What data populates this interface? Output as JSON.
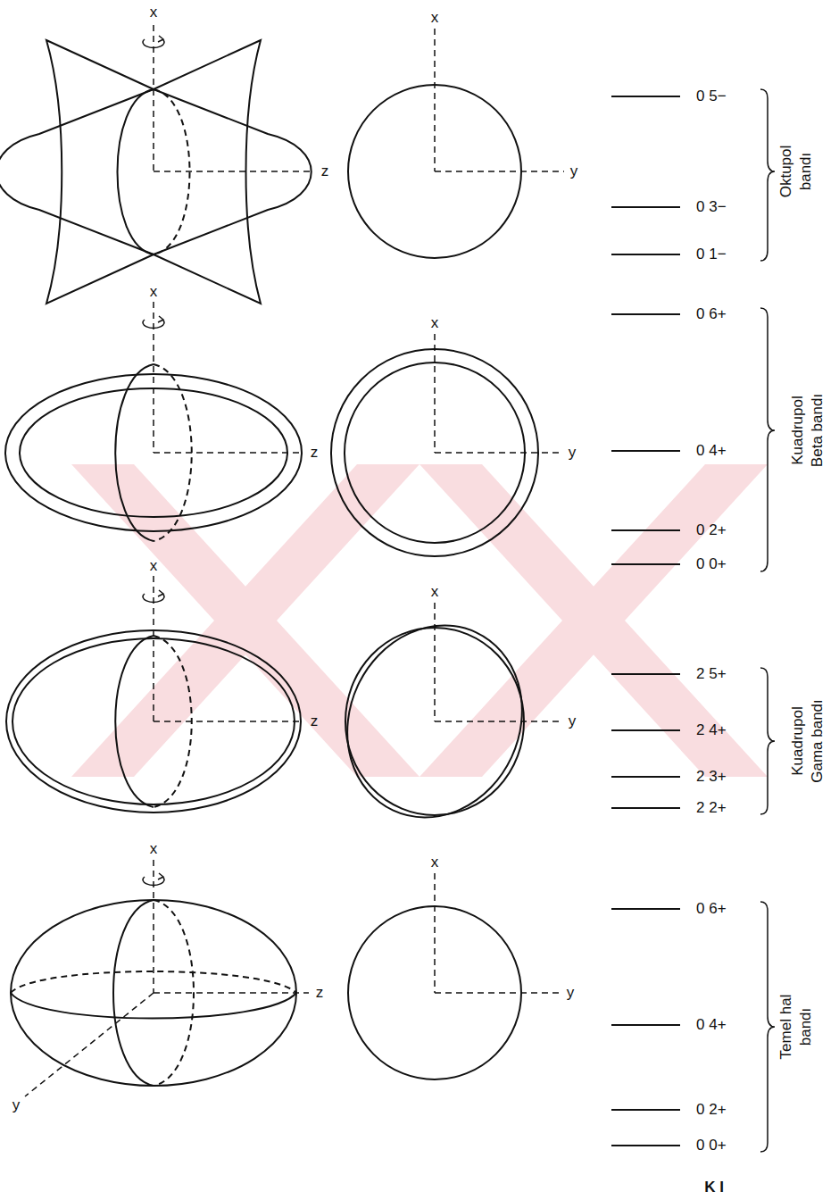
{
  "diagram": {
    "labels": [
      "x",
      "z",
      "x",
      "y",
      "0 5−",
      "0 3−",
      "0 1−",
      "Oktupol bandı",
      "x",
      "z",
      "x",
      "y",
      "0 6+",
      "0 4+",
      "0 2+",
      "0 0+",
      "Kuadrupol Beta bandı",
      "x",
      "z",
      "x",
      "y",
      "2 5+",
      "2 4+",
      "2 3+",
      "2 2+",
      "Kuadrupol Gama bandı",
      "x",
      "z",
      "x",
      "y",
      "y",
      "0 6+",
      "0 4+",
      "0 2+",
      "0 0+",
      "Temel hal bandı",
      "K I"
    ]
  }
}
